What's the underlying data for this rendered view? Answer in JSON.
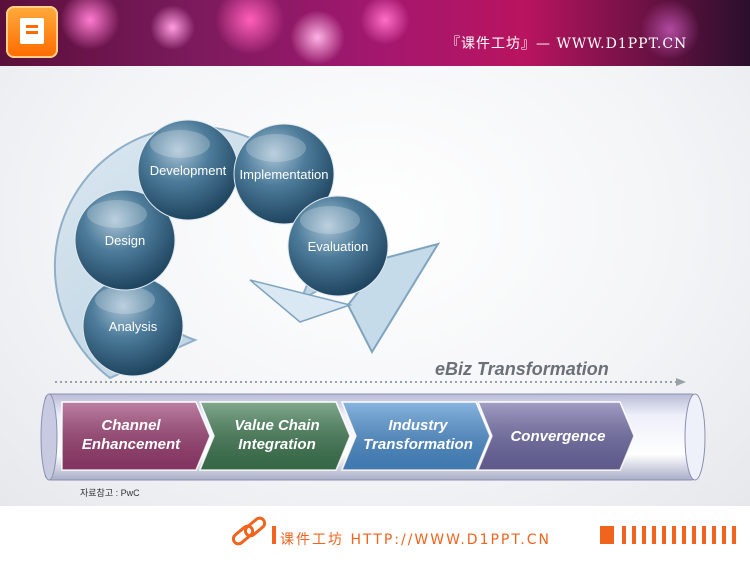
{
  "header": {
    "site_text": "『课件工坊』— WWW.D1PPT.CN"
  },
  "cycle": {
    "stages": [
      "Analysis",
      "Design",
      "Development",
      "Implementation",
      "Evaluation"
    ]
  },
  "pipeline": {
    "title": "eBiz Transformation",
    "steps": [
      {
        "line1": "Channel",
        "line2": "Enhancement",
        "color": "#9b3d72"
      },
      {
        "line1": "Value Chain",
        "line2": "Integration",
        "color": "#3f7a52"
      },
      {
        "line1": "Industry",
        "line2": "Transformation",
        "color": "#4b8fd0"
      },
      {
        "line1": "Convergence",
        "line2": "",
        "color": "#6f6aa6"
      }
    ]
  },
  "source": "자료참고 : PwC",
  "footer": {
    "text": "课件工坊 HTTP://WWW.D1PPT.CN"
  }
}
